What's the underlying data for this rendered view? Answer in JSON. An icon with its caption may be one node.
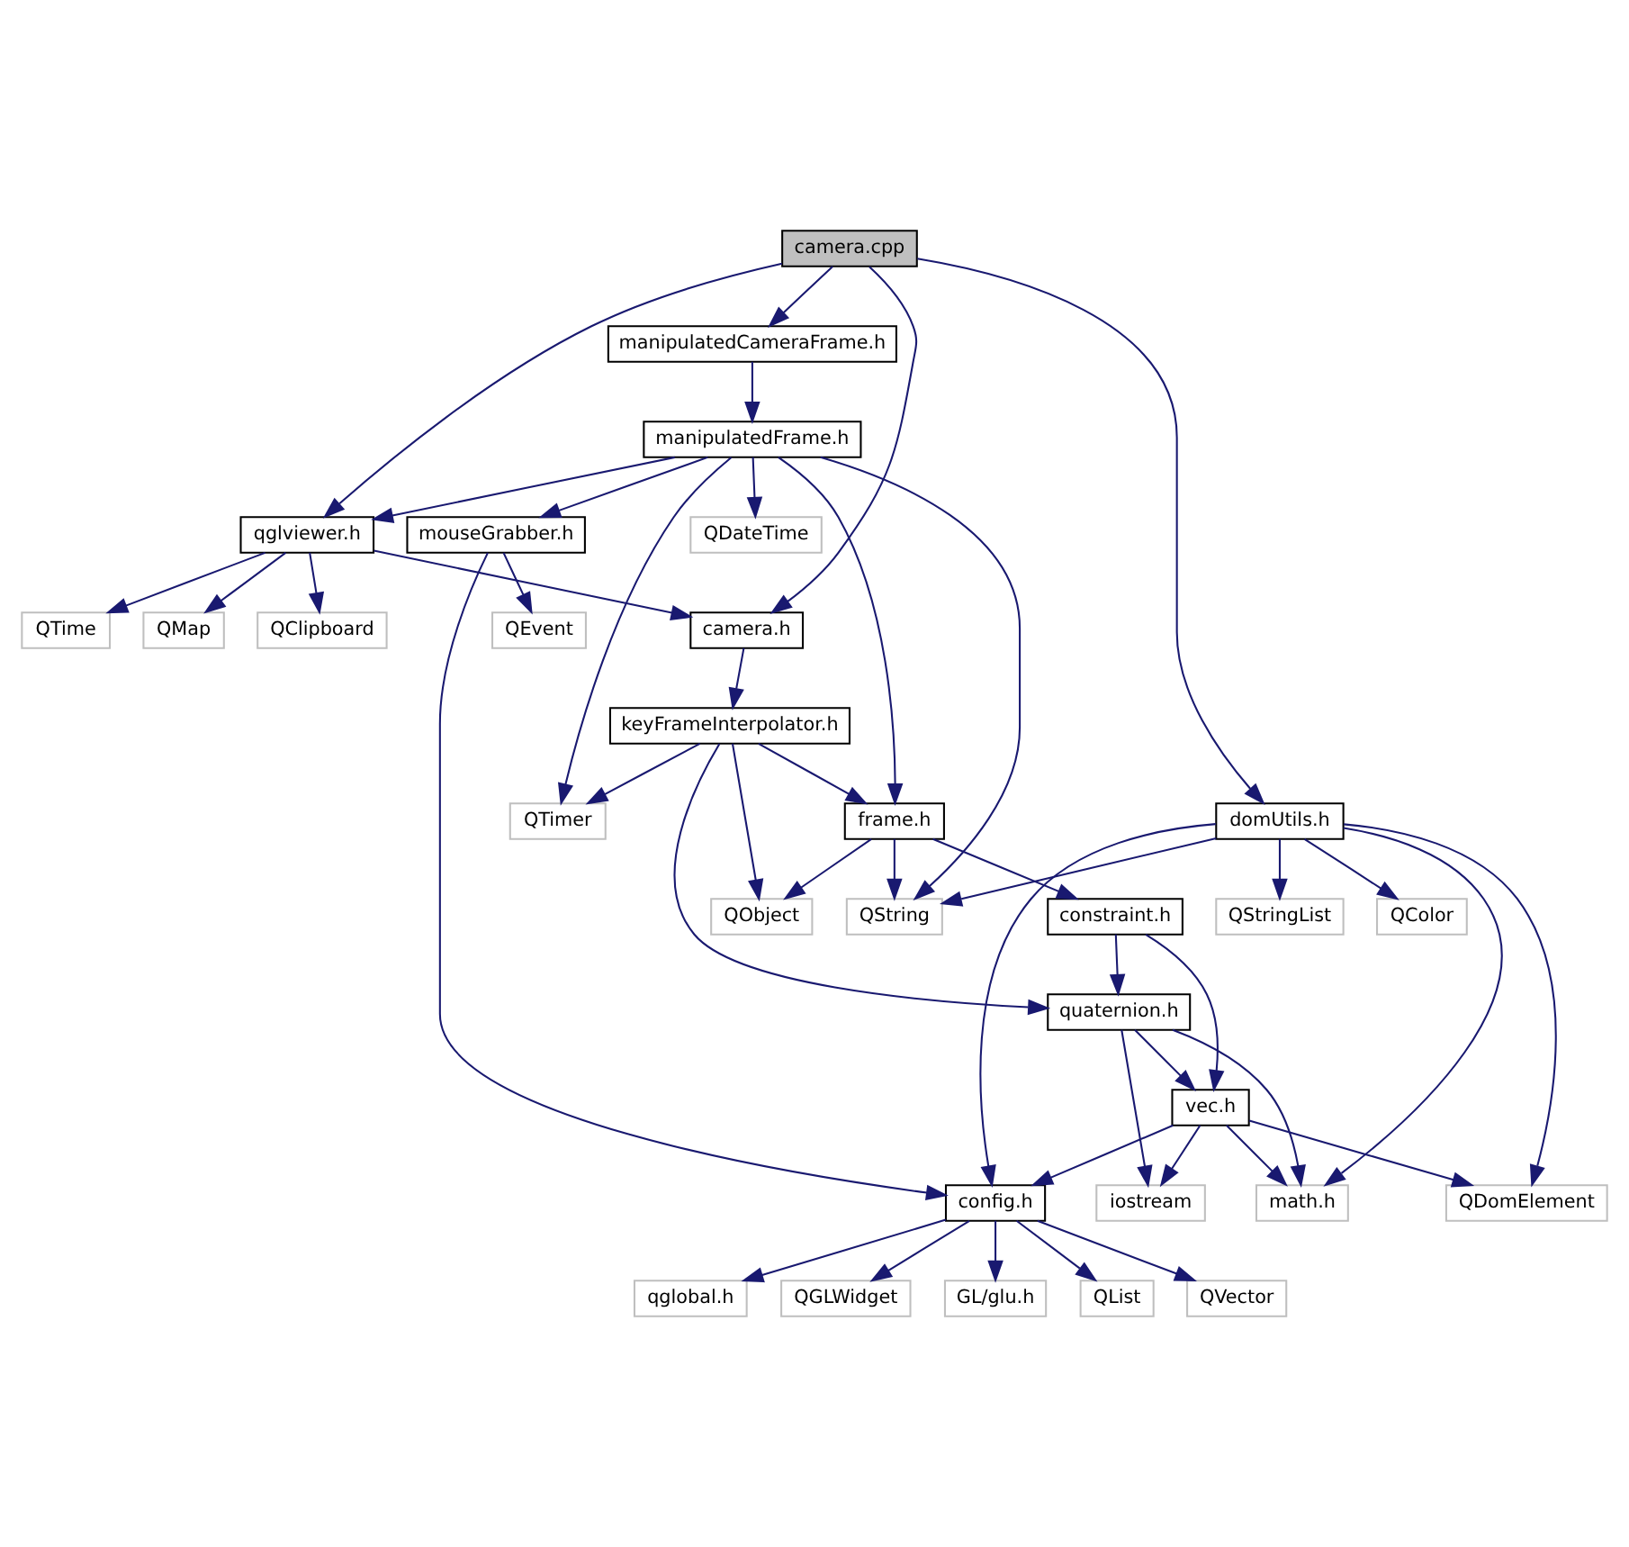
{
  "diagram": {
    "nodes": [
      {
        "text": [
          "camera.cpp"
        ]
      },
      {
        "text": [
          "manipulatedCameraFrame.h"
        ]
      },
      {
        "text": [
          "manipulatedFrame.h"
        ]
      },
      {
        "text": [
          "qglviewer.h"
        ]
      },
      {
        "text": [
          "mouseGrabber.h"
        ]
      },
      {
        "text": [
          "QDateTime"
        ]
      },
      {
        "text": [
          "QClipboard"
        ]
      },
      {
        "text": [
          "QTime"
        ]
      },
      {
        "text": [
          "QMap"
        ]
      },
      {
        "text": [
          "QEvent"
        ]
      },
      {
        "text": [
          "camera.h"
        ]
      },
      {
        "text": [
          "keyFrameInterpolator.h"
        ]
      },
      {
        "text": [
          "domUtils.h"
        ]
      },
      {
        "text": [
          "frame.h"
        ]
      },
      {
        "text": [
          "QTimer"
        ]
      },
      {
        "text": [
          "QStringList"
        ]
      },
      {
        "text": [
          "QColor"
        ]
      },
      {
        "text": [
          "QString"
        ]
      },
      {
        "text": [
          "constraint.h"
        ]
      },
      {
        "text": [
          "QObject"
        ]
      },
      {
        "text": [
          "quaternion.h"
        ]
      },
      {
        "text": [
          "vec.h"
        ]
      },
      {
        "text": [
          "QDomElement"
        ]
      },
      {
        "text": [
          "config.h"
        ]
      },
      {
        "text": [
          "math.h"
        ]
      },
      {
        "text": [
          "iostream"
        ]
      },
      {
        "text": [
          "qglobal.h"
        ]
      },
      {
        "text": [
          "QGLWidget"
        ]
      },
      {
        "text": [
          "GL/glu.h"
        ]
      },
      {
        "text": [
          "QList"
        ]
      },
      {
        "text": [
          "QVector"
        ]
      }
    ],
    "edges": [
      {
        "from": 0,
        "to": 12,
        "arrow": "to"
      },
      {
        "from": 0,
        "to": 3,
        "arrow": "to"
      },
      {
        "from": 0,
        "to": 1,
        "arrow": "to"
      },
      {
        "from": 0,
        "to": 10,
        "arrow": "to"
      },
      {
        "from": 1,
        "to": 2,
        "arrow": "to"
      },
      {
        "from": 2,
        "to": 3,
        "arrow": "to"
      },
      {
        "from": 2,
        "to": 4,
        "arrow": "to"
      },
      {
        "from": 2,
        "to": 17,
        "arrow": "to"
      },
      {
        "from": 2,
        "to": 5,
        "arrow": "to"
      },
      {
        "from": 2,
        "to": 13,
        "arrow": "to"
      },
      {
        "from": 2,
        "to": 14,
        "arrow": "to"
      },
      {
        "from": 3,
        "to": 6,
        "arrow": "to"
      },
      {
        "from": 3,
        "to": 7,
        "arrow": "to"
      },
      {
        "from": 3,
        "to": 8,
        "arrow": "to"
      },
      {
        "from": 3,
        "to": 10,
        "arrow": "to"
      },
      {
        "from": 4,
        "to": 23,
        "arrow": "to"
      },
      {
        "from": 4,
        "to": 9,
        "arrow": "to"
      },
      {
        "from": 10,
        "to": 11,
        "arrow": "to"
      },
      {
        "from": 11,
        "to": 13,
        "arrow": "to"
      },
      {
        "from": 11,
        "to": 19,
        "arrow": "to"
      },
      {
        "from": 11,
        "to": 20,
        "arrow": "to"
      },
      {
        "from": 11,
        "to": 14,
        "arrow": "to"
      },
      {
        "from": 12,
        "to": 22,
        "arrow": "to"
      },
      {
        "from": 12,
        "to": 15,
        "arrow": "to"
      },
      {
        "from": 12,
        "to": 16,
        "arrow": "to"
      },
      {
        "from": 12,
        "to": 23,
        "arrow": "to"
      },
      {
        "from": 12,
        "to": 24,
        "arrow": "to"
      },
      {
        "from": 12,
        "to": 17,
        "arrow": "to"
      },
      {
        "from": 13,
        "to": 17,
        "arrow": "to"
      },
      {
        "from": 13,
        "to": 18,
        "arrow": "to"
      },
      {
        "from": 13,
        "to": 19,
        "arrow": "to"
      },
      {
        "from": 18,
        "to": 21,
        "arrow": "to"
      },
      {
        "from": 18,
        "to": 20,
        "arrow": "to"
      },
      {
        "from": 20,
        "to": 21,
        "arrow": "to"
      },
      {
        "from": 20,
        "to": 24,
        "arrow": "to"
      },
      {
        "from": 20,
        "to": 25,
        "arrow": "to"
      },
      {
        "from": 21,
        "to": 22,
        "arrow": "to"
      },
      {
        "from": 21,
        "to": 23,
        "arrow": "to"
      },
      {
        "from": 21,
        "to": 24,
        "arrow": "to"
      },
      {
        "from": 21,
        "to": 25,
        "arrow": "to"
      },
      {
        "from": 23,
        "to": 26,
        "arrow": "to"
      },
      {
        "from": 23,
        "to": 27,
        "arrow": "to"
      },
      {
        "from": 23,
        "to": 28,
        "arrow": "to"
      },
      {
        "from": 23,
        "to": 29,
        "arrow": "to"
      },
      {
        "from": 23,
        "to": 30,
        "arrow": "to"
      }
    ]
  }
}
